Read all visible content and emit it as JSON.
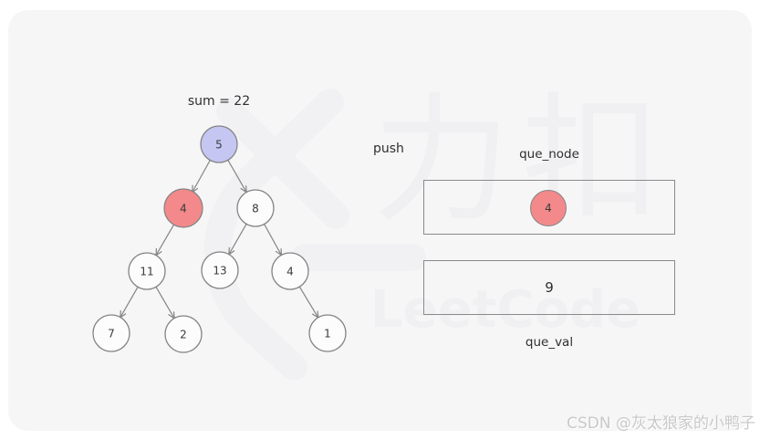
{
  "diagram": {
    "sum_label": "sum = 22",
    "tree": {
      "nodes": [
        {
          "value": "5",
          "role": "root",
          "note": "root node, purple highlight"
        },
        {
          "value": "4",
          "role": "highlight",
          "note": "left child of 5, red highlight"
        },
        {
          "value": "8",
          "role": "plain",
          "note": "right child of 5"
        },
        {
          "value": "11",
          "role": "plain",
          "note": "left child of 4"
        },
        {
          "value": "13",
          "role": "plain",
          "note": "left child of 8"
        },
        {
          "value": "4",
          "role": "plain",
          "note": "right child of 8"
        },
        {
          "value": "7",
          "role": "plain",
          "note": "left child of 11"
        },
        {
          "value": "2",
          "role": "plain",
          "note": "right child of 11"
        },
        {
          "value": "1",
          "role": "plain",
          "note": "right child of right 4"
        }
      ],
      "edges": [
        "5->4",
        "5->8",
        "4->11",
        "8->13",
        "8->4",
        "11->7",
        "11->2",
        "4->1"
      ]
    },
    "queue_panel": {
      "push_label": "push",
      "node_queue_title": "que_node",
      "node_queue_item": "4",
      "val_queue_item": "9",
      "val_queue_title": "que_val"
    }
  },
  "watermarks": {
    "brand_cjk": "力扣",
    "brand_latin": "LeetCode",
    "attribution": "CSDN @灰太狼家的小鸭子"
  },
  "colors": {
    "panel_bg": "#f6f6f7",
    "page_bg": "#ffffff",
    "root_node_fill": "#c6c6f3",
    "highlight_node_fill": "#f3898a",
    "plain_node_fill": "#fcfcfd",
    "node_border": "#848484",
    "edge": "#848484",
    "label_text": "#2f2f2f",
    "watermark": "#f0f0f2",
    "attribution_text": "#c9c9c9"
  }
}
